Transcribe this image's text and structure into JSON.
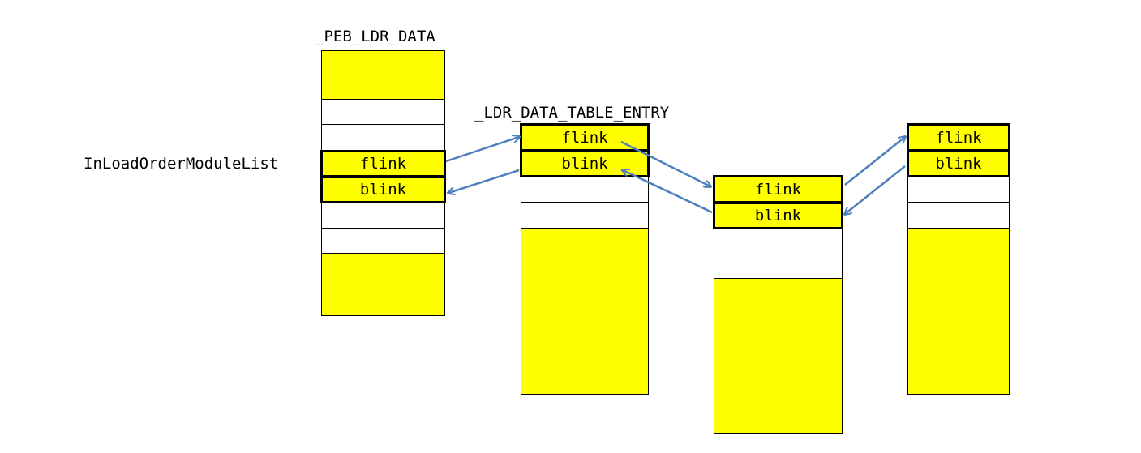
{
  "labels": {
    "peb_ldr_data": "_PEB_LDR_DATA",
    "ldr_data_table_entry": "_LDR_DATA_TABLE_ENTRY",
    "in_load_order_module_list": "InLoadOrderModuleList"
  },
  "fields": {
    "flink": "flink",
    "blink": "blink"
  },
  "colors": {
    "fill": "#ffff00",
    "empty": "#ffffff",
    "arrow": "#4f7fbc",
    "border": "#000000"
  }
}
